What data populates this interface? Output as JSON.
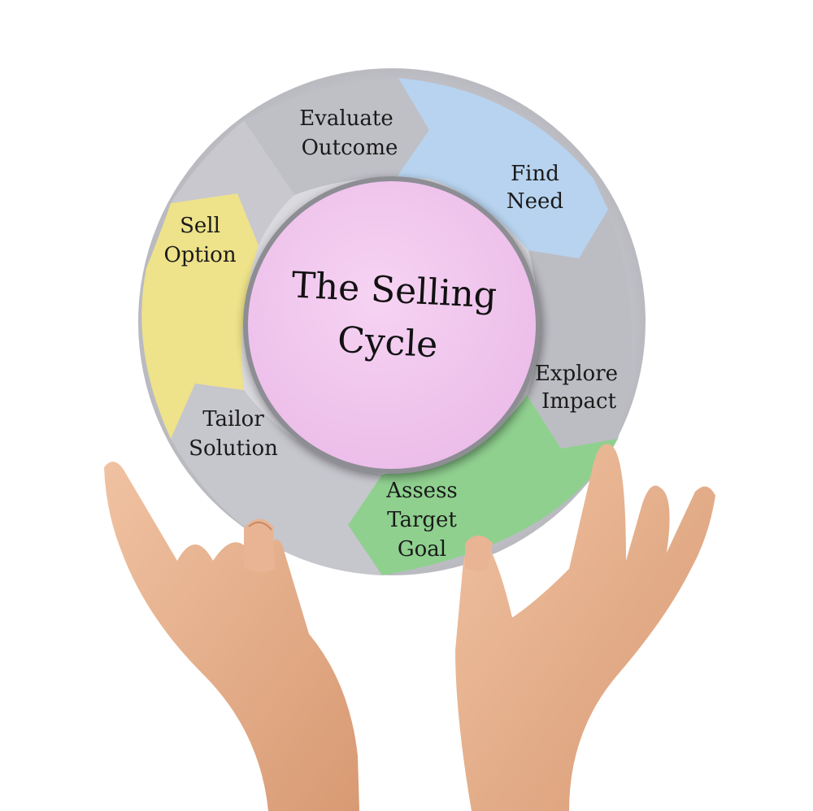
{
  "diagram": {
    "center": {
      "line1": "The Selling",
      "line2": "Cycle",
      "color": "#f2c8ef"
    },
    "segments": [
      {
        "line1": "Evaluate",
        "line2": "Outcome",
        "line3": "",
        "color": "#bdbdc4"
      },
      {
        "line1": "Find",
        "line2": "Need",
        "line3": "",
        "color": "#a9c6e8"
      },
      {
        "line1": "Explore",
        "line2": "Impact",
        "line3": "",
        "color": "#b8b8bf"
      },
      {
        "line1": "Assess",
        "line2": "Target",
        "line3": "Goal",
        "color": "#7cc67e"
      },
      {
        "line1": "Tailor",
        "line2": "Solution",
        "line3": "",
        "color": "#c2c2c9"
      },
      {
        "line1": "Sell",
        "line2": "Option",
        "line3": "",
        "color": "#e8da6e"
      }
    ],
    "ring_color": "#d3d3d9",
    "hands_color": "#e9b48f"
  }
}
